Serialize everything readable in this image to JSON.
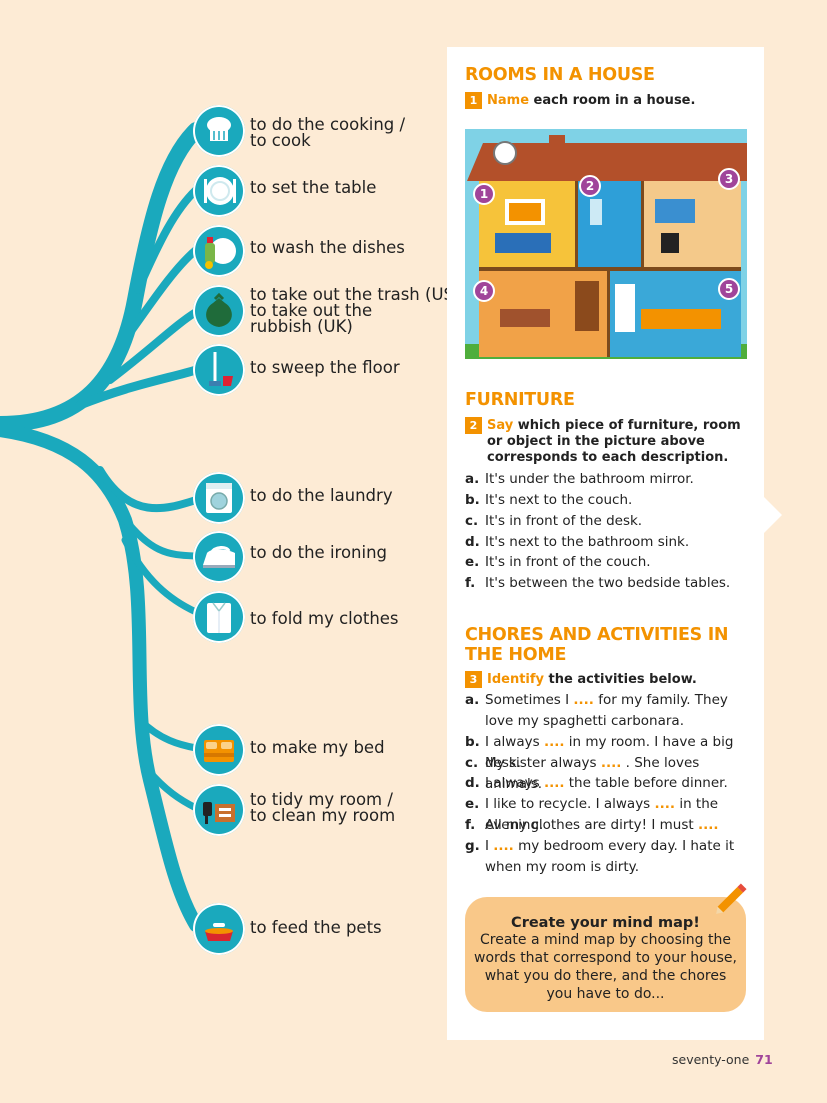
{
  "mindmap": {
    "color": "#1aa9bd",
    "chores": [
      {
        "label": "to do the cooking /\nto cook",
        "icon": "chef-hat-icon"
      },
      {
        "label": "to set the table",
        "icon": "plate-cutlery-icon"
      },
      {
        "label": "to wash the dishes",
        "icon": "dish-soap-icon"
      },
      {
        "label": "to take out the trash (US) /\nto take out the\nrubbish (UK)",
        "icon": "trash-bag-icon"
      },
      {
        "label": "to sweep the floor",
        "icon": "broom-icon"
      },
      {
        "label": "to do the laundry",
        "icon": "washing-machine-icon"
      },
      {
        "label": "to do the ironing",
        "icon": "iron-icon"
      },
      {
        "label": "to fold my clothes",
        "icon": "folded-shirt-icon"
      },
      {
        "label": "to make my bed",
        "icon": "bed-icon"
      },
      {
        "label": "to tidy my room /\nto clean my room",
        "icon": "desk-chair-icon"
      },
      {
        "label": "to feed the pets",
        "icon": "pet-bowl-icon"
      }
    ]
  },
  "section1": {
    "title": "ROOMS IN A HOUSE",
    "number": "1",
    "keyword": "Name",
    "instruction": " each room in a house.",
    "house_room_numbers": [
      "1",
      "2",
      "3",
      "4",
      "5"
    ]
  },
  "section2": {
    "title": "FURNITURE",
    "number": "2",
    "keyword": "Say",
    "instruction": " which piece of furniture, room or object in the picture above corresponds to each description.",
    "items": [
      {
        "letter": "a.",
        "text": "It's under the bathroom mirror."
      },
      {
        "letter": "b.",
        "text": "It's next to the couch."
      },
      {
        "letter": "c.",
        "text": "It's in front of the desk."
      },
      {
        "letter": "d.",
        "text": "It's next to the bathroom sink."
      },
      {
        "letter": "e.",
        "text": "It's in front of the couch."
      },
      {
        "letter": "f.",
        "text": "It's between the two bedside tables."
      }
    ]
  },
  "section3": {
    "title": "CHORES AND ACTIVITIES IN THE HOME",
    "number": "3",
    "keyword": "Identify",
    "instruction": " the activities below.",
    "gap": "....",
    "items": [
      {
        "letter": "a.",
        "before": "Sometimes I ",
        "after": " for my family. They love my spaghetti carbonara."
      },
      {
        "letter": "b.",
        "before": "I always ",
        "after": " in my room. I have a big desk."
      },
      {
        "letter": "c.",
        "before": "My sister always ",
        "after": " . She loves animals."
      },
      {
        "letter": "d.",
        "before": "I always ",
        "after": " the table before dinner."
      },
      {
        "letter": "e.",
        "before": "I like to recycle. I always ",
        "after": " in the evening."
      },
      {
        "letter": "f.",
        "before": "All my clothes are dirty! I must ",
        "after": ""
      },
      {
        "letter": "g.",
        "before": "I ",
        "after": " my bedroom every day. I hate it when my room is dirty."
      }
    ]
  },
  "callout": {
    "title": "Create your mind map!",
    "body": "Create a mind map by choosing the words that correspond to your house, what you do there, and the chores you have to do..."
  },
  "footer": {
    "page_word": "seventy-one",
    "page_number": "71"
  }
}
